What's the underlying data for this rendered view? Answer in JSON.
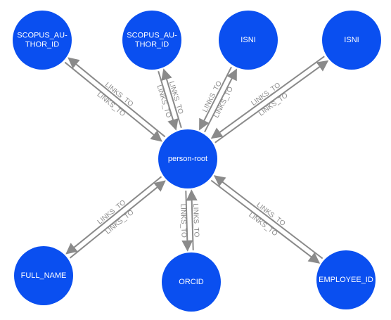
{
  "colors": {
    "node": "#0a4ff0",
    "edge": "#8a8a8a",
    "node_text": "#ffffff"
  },
  "root": {
    "id": "root",
    "label": "person-root"
  },
  "nodes": [
    {
      "id": "n1",
      "lines": [
        "SCOPUS_AU-",
        "THOR_ID"
      ]
    },
    {
      "id": "n2",
      "lines": [
        "SCOPUS_AU-",
        "THOR_ID"
      ]
    },
    {
      "id": "n3",
      "lines": [
        "ISNI"
      ]
    },
    {
      "id": "n4",
      "lines": [
        "ISNI"
      ]
    },
    {
      "id": "n5",
      "lines": [
        "FULL_NAME"
      ]
    },
    {
      "id": "n6",
      "lines": [
        "ORCID"
      ]
    },
    {
      "id": "n7",
      "lines": [
        "EMPLOYEE_ID"
      ]
    }
  ],
  "edge_label": "LINKS_TO"
}
